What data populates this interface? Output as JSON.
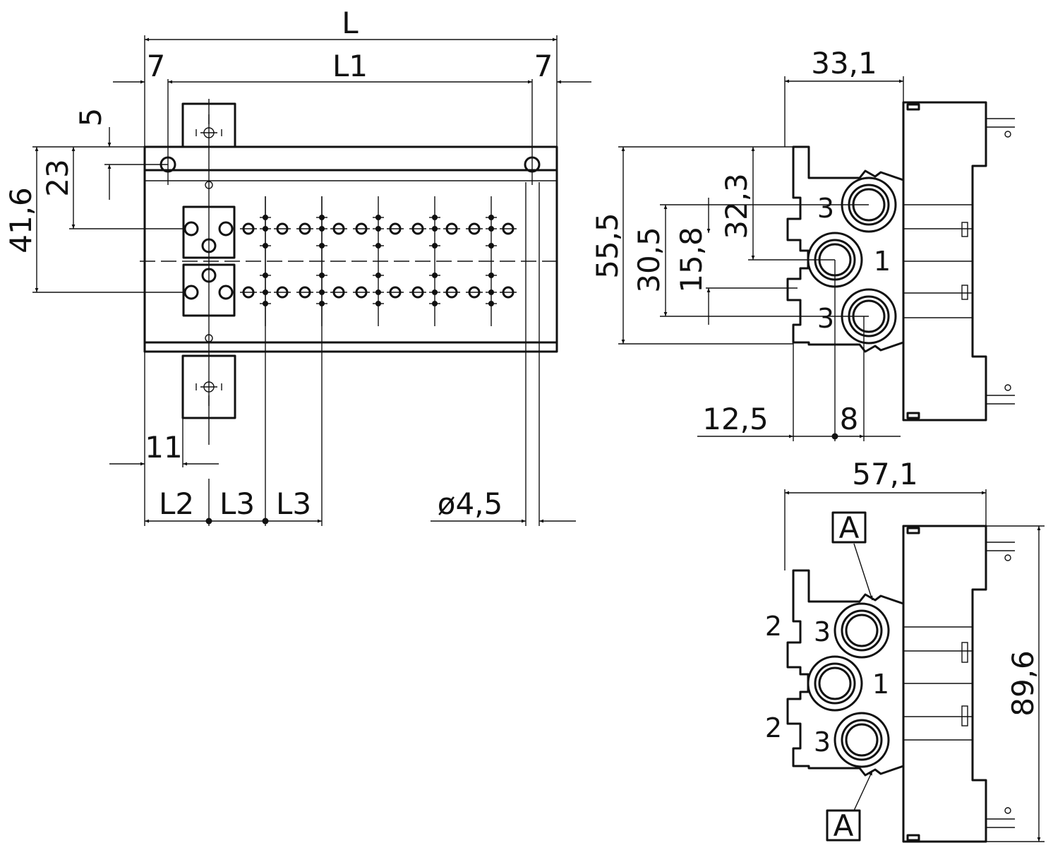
{
  "dimensions": {
    "L": "L",
    "L1": "L1",
    "left_7": "7",
    "right_7": "7",
    "d5": "5",
    "d23": "23",
    "d41_6": "41,6",
    "d11": "11",
    "L2": "L2",
    "L3a": "L3",
    "L3b": "L3",
    "phi": "ø4,5",
    "d33_1": "33,1",
    "d55_5": "55,5",
    "d30_5": "30,5",
    "d15_8": "15,8",
    "d32_3": "32,3",
    "d12_5": "12,5",
    "d8": "8",
    "d57_1": "57,1",
    "d89_6": "89,6"
  },
  "port_labels": {
    "side_top_exhaust": "3",
    "side_supply": "1",
    "side_bottom_exhaust": "3",
    "bottom_work_1": "2",
    "bottom_exhaust_1": "3",
    "bottom_supply": "1",
    "bottom_work_2": "2",
    "bottom_exhaust_2": "3"
  },
  "detail_markers": {
    "top": "A",
    "bottom": "A"
  }
}
